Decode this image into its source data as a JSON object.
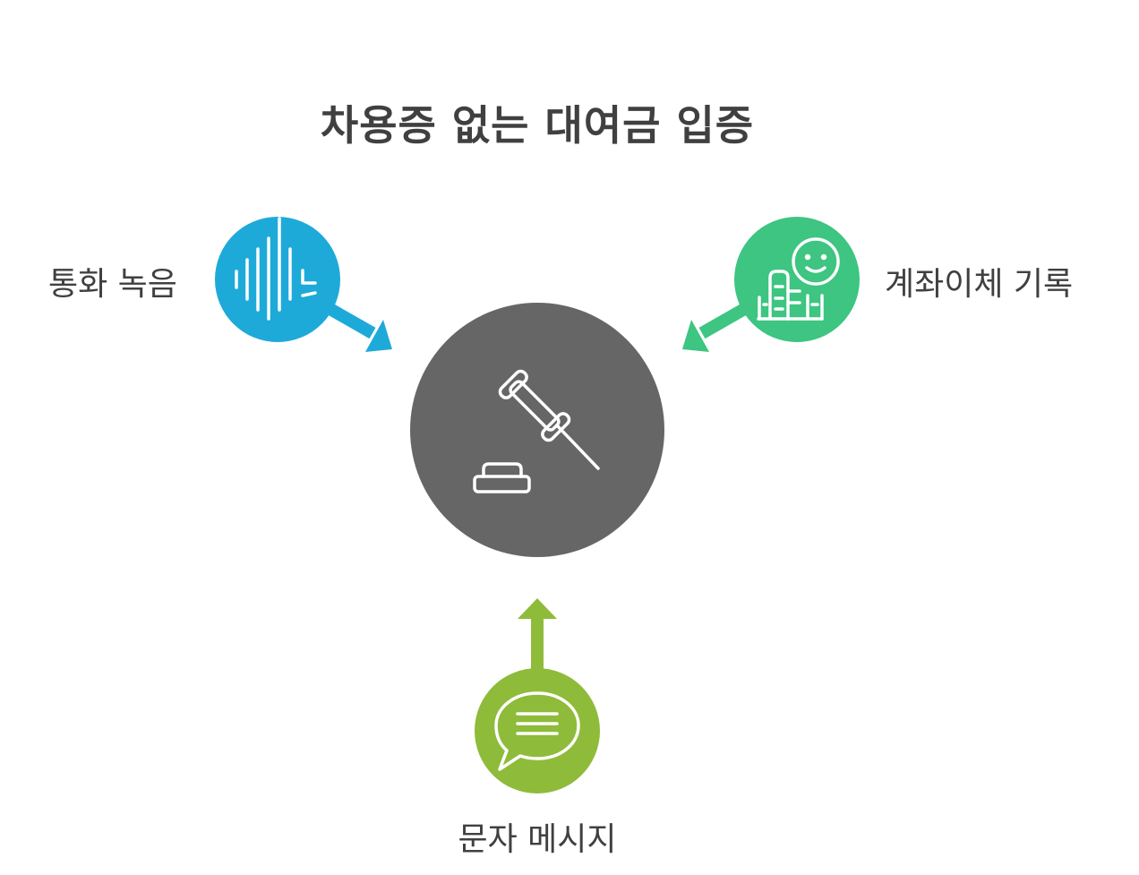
{
  "title": "차용증 없는 대여금 입증",
  "center": {
    "icon": "gavel-icon",
    "color": "#666666"
  },
  "nodes": [
    {
      "id": "call",
      "label": "통화 녹음",
      "icon": "sound-wave-icon",
      "color": "#1EAAD9"
    },
    {
      "id": "bank",
      "label": "계좌이체 기록",
      "icon": "bank-smile-icon",
      "color": "#3DC581"
    },
    {
      "id": "text",
      "label": "문자 메시지",
      "icon": "chat-bubble-icon",
      "color": "#8FBB3A"
    }
  ]
}
